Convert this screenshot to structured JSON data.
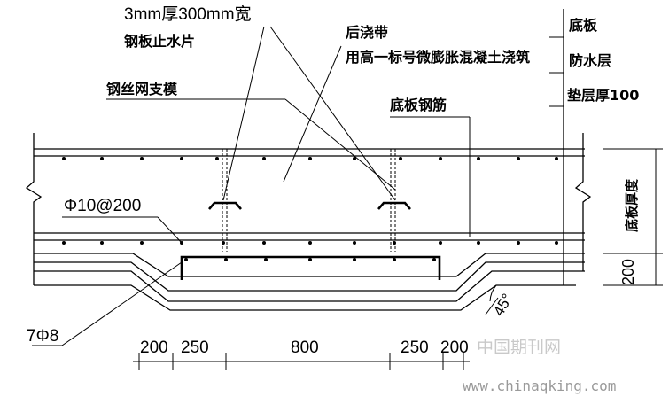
{
  "labels": {
    "waterstop_size": "3mm厚300mm宽",
    "waterstop_name": "钢板止水片",
    "pour_strip": "后浇带",
    "pour_material": "用高一标号微膨胀混凝土浇筑",
    "mesh_form": "钢丝网支模",
    "slab_rebar": "底板钢筋",
    "rebar_spec": "Φ10@200",
    "rebar_bottom": "7Φ8",
    "right_slab": "底板",
    "right_waterproof": "防水层",
    "right_cushion": "垫层厚100",
    "slab_thickness": "底板厚度",
    "dim_200_right": "200",
    "angle": "45°"
  },
  "dimensions": [
    "200",
    "250",
    "800",
    "250",
    "200"
  ],
  "watermark": {
    "cn": "中国期刊网",
    "url": "www.chinaqking.com"
  }
}
